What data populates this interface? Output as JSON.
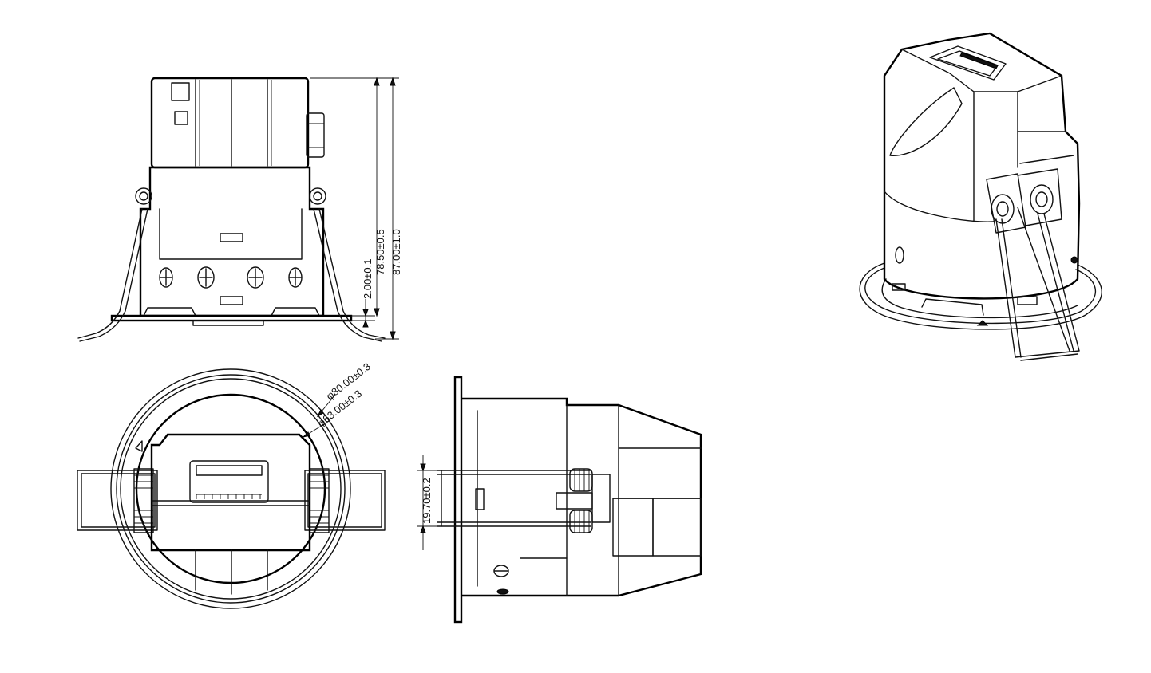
{
  "dimensions": {
    "front_view": {
      "flange_thickness": "2.00±0.1",
      "body_height": "78.50±0.5",
      "overall_height": "87.00±1.0"
    },
    "top_view": {
      "outer_diameter": "φ80.00±0.3",
      "cutout_diameter": "φ63.00±0.3"
    },
    "side_view": {
      "spring_gap": "19.70±0.2"
    }
  }
}
